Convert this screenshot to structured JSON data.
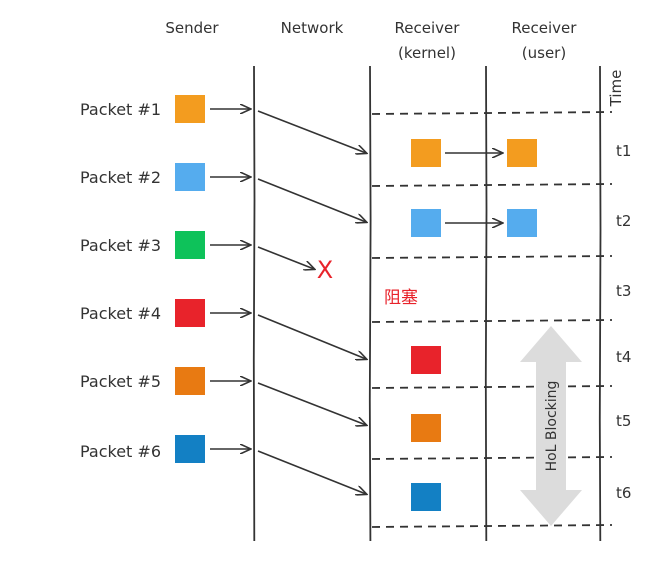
{
  "columns": {
    "sender": "Sender",
    "network": "Network",
    "receiver_kernel_line1": "Receiver",
    "receiver_kernel_line2": "(kernel)",
    "receiver_user_line1": "Receiver",
    "receiver_user_line2": "(user)",
    "time": "Time"
  },
  "packets": [
    {
      "label": "Packet #1",
      "color": "#f39c1f"
    },
    {
      "label": "Packet #2",
      "color": "#55acee"
    },
    {
      "label": "Packet #3",
      "color": "#0ec25a"
    },
    {
      "label": "Packet #4",
      "color": "#e8232b"
    },
    {
      "label": "Packet #5",
      "color": "#e87a12"
    },
    {
      "label": "Packet #6",
      "color": "#1380c4"
    }
  ],
  "times": [
    "t1",
    "t2",
    "t3",
    "t4",
    "t5",
    "t6"
  ],
  "lost_marker": "X",
  "blocking_label": "阻塞",
  "hol_label": "HoL Blocking",
  "colors": {
    "line": "#333333",
    "lost": "#e8232b",
    "hol_arrow": "#dcdcdc"
  }
}
